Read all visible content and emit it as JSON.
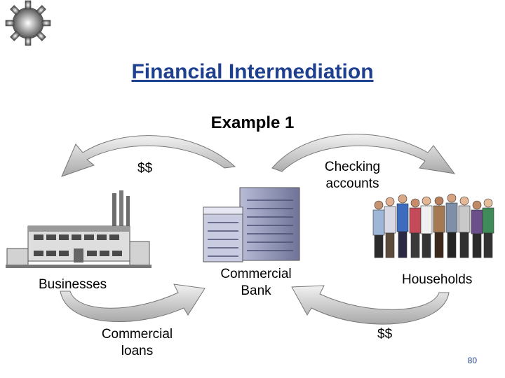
{
  "slide": {
    "title": "Financial Intermediation",
    "subtitle": "Example 1",
    "page_number": "80"
  },
  "diagram": {
    "labels": {
      "top_left_flow": "$$",
      "top_right_flow": "Checking accounts",
      "businesses": "Businesses",
      "bank": "Commercial Bank",
      "households": "Households",
      "bottom_left_flow": "Commercial loans",
      "bottom_right_flow": "$$"
    },
    "icons": [
      "gear-icon",
      "factory-icon",
      "bank-building-icon",
      "people-group-icon"
    ]
  },
  "colors": {
    "title": "#1f3f8f",
    "arrow": "#c8c8c8",
    "building": "#8a8fb0"
  }
}
